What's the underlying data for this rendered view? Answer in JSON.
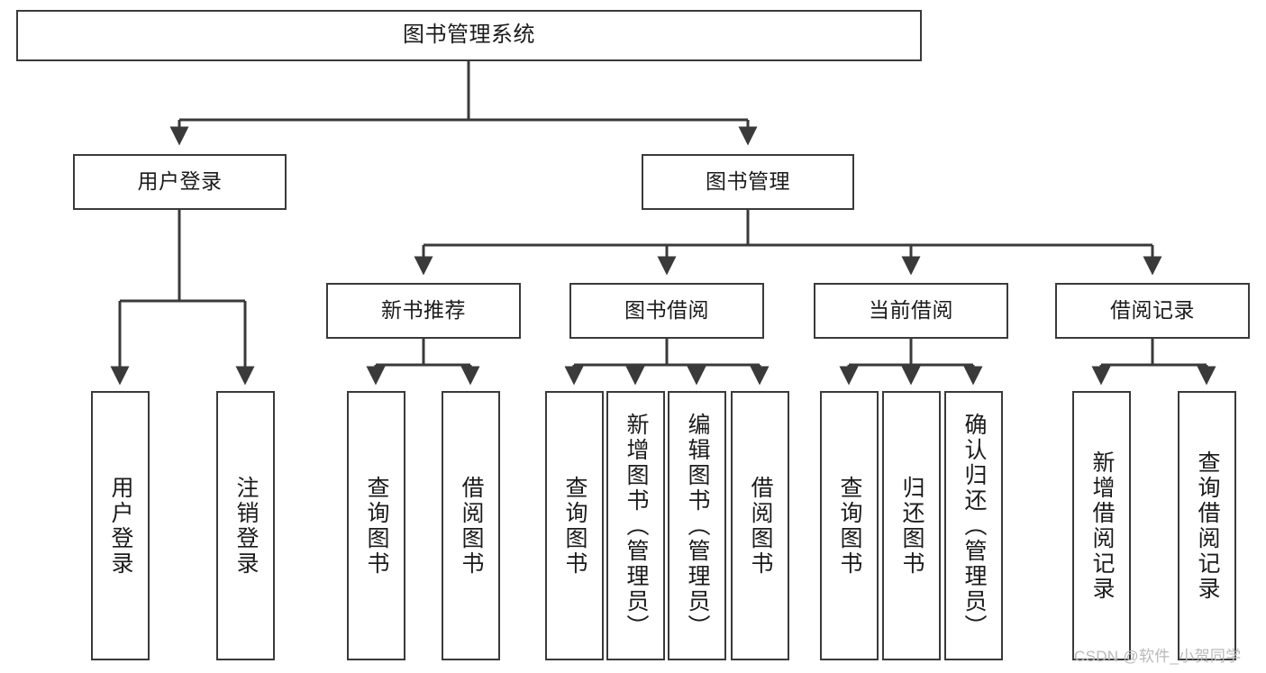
{
  "diagram": {
    "title": "图书管理系统",
    "type": "tree",
    "orientation": "top-down",
    "line_color": "#3a3a3a",
    "box_fill": "#ffffff",
    "text_color": "#1b1b1b"
  },
  "watermark": {
    "text": "CSDN @软件_小贺同学",
    "color": "#b9b9b9"
  },
  "nodes": {
    "root": {
      "label": "图书管理系统"
    },
    "level2": [
      {
        "label": "用户登录"
      },
      {
        "label": "图书管理"
      }
    ],
    "level3": [
      {
        "label": "新书推荐"
      },
      {
        "label": "图书借阅"
      },
      {
        "label": "当前借阅"
      },
      {
        "label": "借阅记录"
      }
    ],
    "leaves": {
      "user_login": [
        {
          "label": "用户登录"
        },
        {
          "label": "注销登录"
        }
      ],
      "new_book_recommend": [
        {
          "label": "查询图书"
        },
        {
          "label": "借阅图书"
        }
      ],
      "book_borrow": [
        {
          "label": "查询图书"
        },
        {
          "label": "新增图书（管理员）"
        },
        {
          "label": "编辑图书（管理员）"
        },
        {
          "label": "借阅图书"
        }
      ],
      "current_borrow": [
        {
          "label": "查询图书"
        },
        {
          "label": "归还图书"
        },
        {
          "label": "确认归还（管理员）"
        }
      ],
      "borrow_record": [
        {
          "label": "新增借阅记录"
        },
        {
          "label": "查询借阅记录"
        }
      ]
    }
  }
}
